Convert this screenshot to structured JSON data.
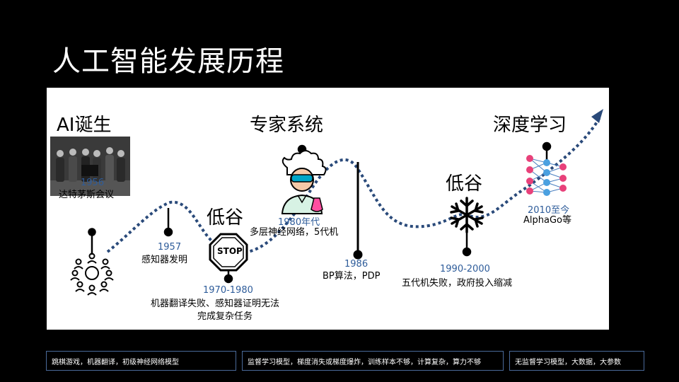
{
  "slide": {
    "title": "人工智能发展历程"
  },
  "stages": {
    "birth": "AI诞生",
    "expert": "专家系统",
    "deep": "深度学习",
    "valley1": "低谷",
    "valley2": "低谷"
  },
  "events": {
    "e1956": {
      "year": "1956",
      "desc": "达特茅斯会议"
    },
    "e1957": {
      "year": "1957",
      "desc": "感知器发明"
    },
    "e1970": {
      "year": "1970-1980",
      "desc1": "机器翻译失败、感知器证明无法",
      "desc2": "完成复杂任务"
    },
    "e1980": {
      "year": "1980年代",
      "desc": "多层神经网络，5代机"
    },
    "e1986": {
      "year": "1986",
      "desc": "BP算法，PDP"
    },
    "e1990": {
      "year": "1990-2000",
      "desc": "五代机失败，政府投入缩减"
    },
    "e2010": {
      "year": "2010至今",
      "desc": "AlphaGo等"
    }
  },
  "icons": {
    "stop_sign_text": "STOP"
  },
  "boxes": [
    {
      "text": "跳棋游戏，机器翻译，初级神经网络模型"
    },
    {
      "text": "监督学习模型，梯度消失或梯度爆炸，训练样本不够，计算复杂，算力不够"
    },
    {
      "text": "无监督学习模型，大数据，大参数"
    }
  ],
  "colors": {
    "accent": "#2e5c9a",
    "curve": "#2a4a7a",
    "background": "#000000",
    "panel": "#ffffff"
  }
}
